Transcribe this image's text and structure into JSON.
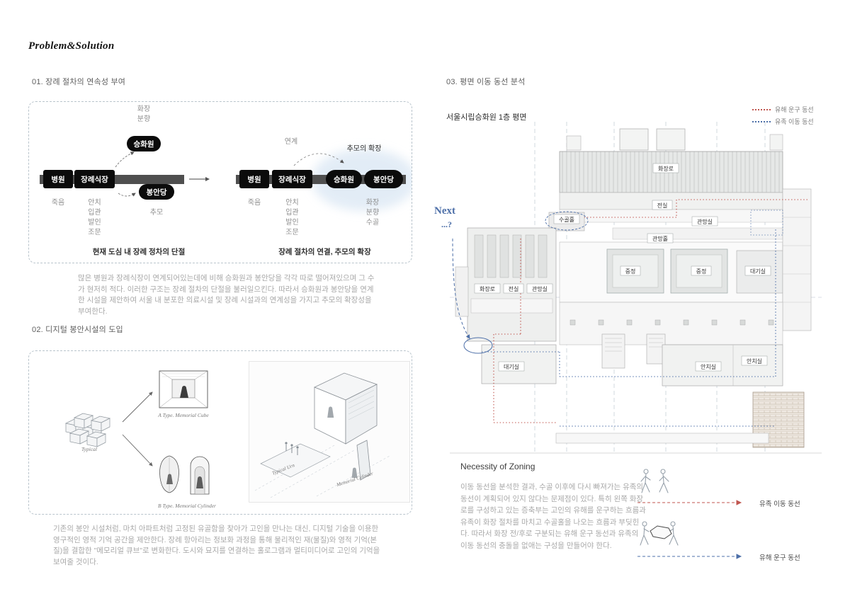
{
  "page": {
    "title": "Problem&Solution"
  },
  "section01": {
    "heading": "01. 장례 절차의 연속성 부여",
    "current": {
      "top_labels": {
        "cremation": "화장",
        "incense": "분향"
      },
      "nodes": {
        "hospital": "병원",
        "funeral_hall": "장례식장",
        "crematorium": "승화원",
        "charnel_house": "봉안당"
      },
      "below": {
        "death": "죽음",
        "enshrine": "안치",
        "encoffin": "입관",
        "procession": "발인",
        "condolence": "조문",
        "memorial": "추모"
      },
      "caption": "현재 도심 내 장례 정차의 단절"
    },
    "proposed": {
      "link_label": "연계",
      "expansion_label": "추모의 확장",
      "nodes": {
        "hospital": "병원",
        "funeral_hall": "장례식장",
        "crematorium": "승화원",
        "charnel_house": "봉안당"
      },
      "below": {
        "death": "죽음",
        "enshrine": "안치",
        "encoffin": "입관",
        "procession": "발인",
        "condolence": "조문",
        "cremation": "화장",
        "incense": "분향",
        "ash_collection": "수골"
      },
      "caption": "장례 절차의 연결, 추모의 확장"
    },
    "paragraph": "많은 병원과 장례식장이 연계되어있는데에 비해 승화원과 봉안당을 각각 따로 떨어져있으며 그 수가 현저히 적다. 이러한 구조는 장례 절차의 단절을 불러일으킨다. 따라서 승화원과 봉안당을 연계한 시설을 제안하여 서울 내 분포한 의료시설 및 장례 시설과의 연계성을 가지고 추모의 확장성을 부여한다."
  },
  "section02": {
    "heading": "02. 디지털 봉안시설의 도입",
    "labels": {
      "typical": "Typical",
      "a_type": "A Type. Memorial Cube",
      "b_type": "B Type. Memorial Cylinder",
      "typical_urn": "Typical Urn",
      "memorial_cylinder": "Memorial Cylinder"
    },
    "paragraph": "기존의 봉안 시설처럼, 마치 아파트처럼 고정된 유골함을 찾아가 고인을 만나는 대신, 디지털 기술을 이용한 영구적인 영적 기억 공간을 제안한다. 장례 항아리는 정보화 과정을 통해 물리적인 재(물질)와 영적 기억(본질)을 결합한 \"메모리얼 큐브\"로 변화한다. 도시와 묘지를 연결하는 홀로그램과 멀티미디어로 고인의 기억을 보여줄 것이다."
  },
  "section03": {
    "heading": "03. 평면 이동 동선 분석",
    "plan_title": "서울시립승화원 1층 평면",
    "legend": [
      {
        "label": "유해 운구 동선",
        "color": "#c0564f"
      },
      {
        "label": "유족 이동 동선",
        "color": "#4d6fa8"
      }
    ],
    "next": {
      "word": "Next",
      "dots": "...?"
    },
    "rooms": {
      "crematory_hall_top": "화장로",
      "anteroom_top": "전실",
      "ash_hall": "수골홀",
      "viewing_room_top": "관망실",
      "viewing_hall": "관망홀",
      "courtyard_left": "중정",
      "courtyard_right": "중정",
      "waiting_right": "대기실",
      "crematory_left": "화장로",
      "anteroom_left": "전실",
      "viewing_left": "관망실",
      "waiting_left": "대기실",
      "repose_room_1": "안치실",
      "repose_room_2": "안치실"
    },
    "zoning": {
      "heading": "Necessity of Zoning",
      "paragraph": "이동 동선을 분석한 결과, 수골 이후에 다시 빠져가는 유족의 동선이 계획되어 있지 않다는 문제점이 있다. 특히 왼쪽 화장로를 구성하고 있는 증축부는 고인의 유해를 운구하는 흐름과 유족이 화장 절차를 마치고 수골홀을 나오는 흐름과 부딪힌다. 따라서 화장 전/후로 구분되는 유해 운구 동선과 유족의 이동 동선의 충돌을 없애는 구성을 만들어야 한다."
    },
    "flows": {
      "family": "유족 이동 동선",
      "remains": "유해 운구 동선"
    }
  }
}
